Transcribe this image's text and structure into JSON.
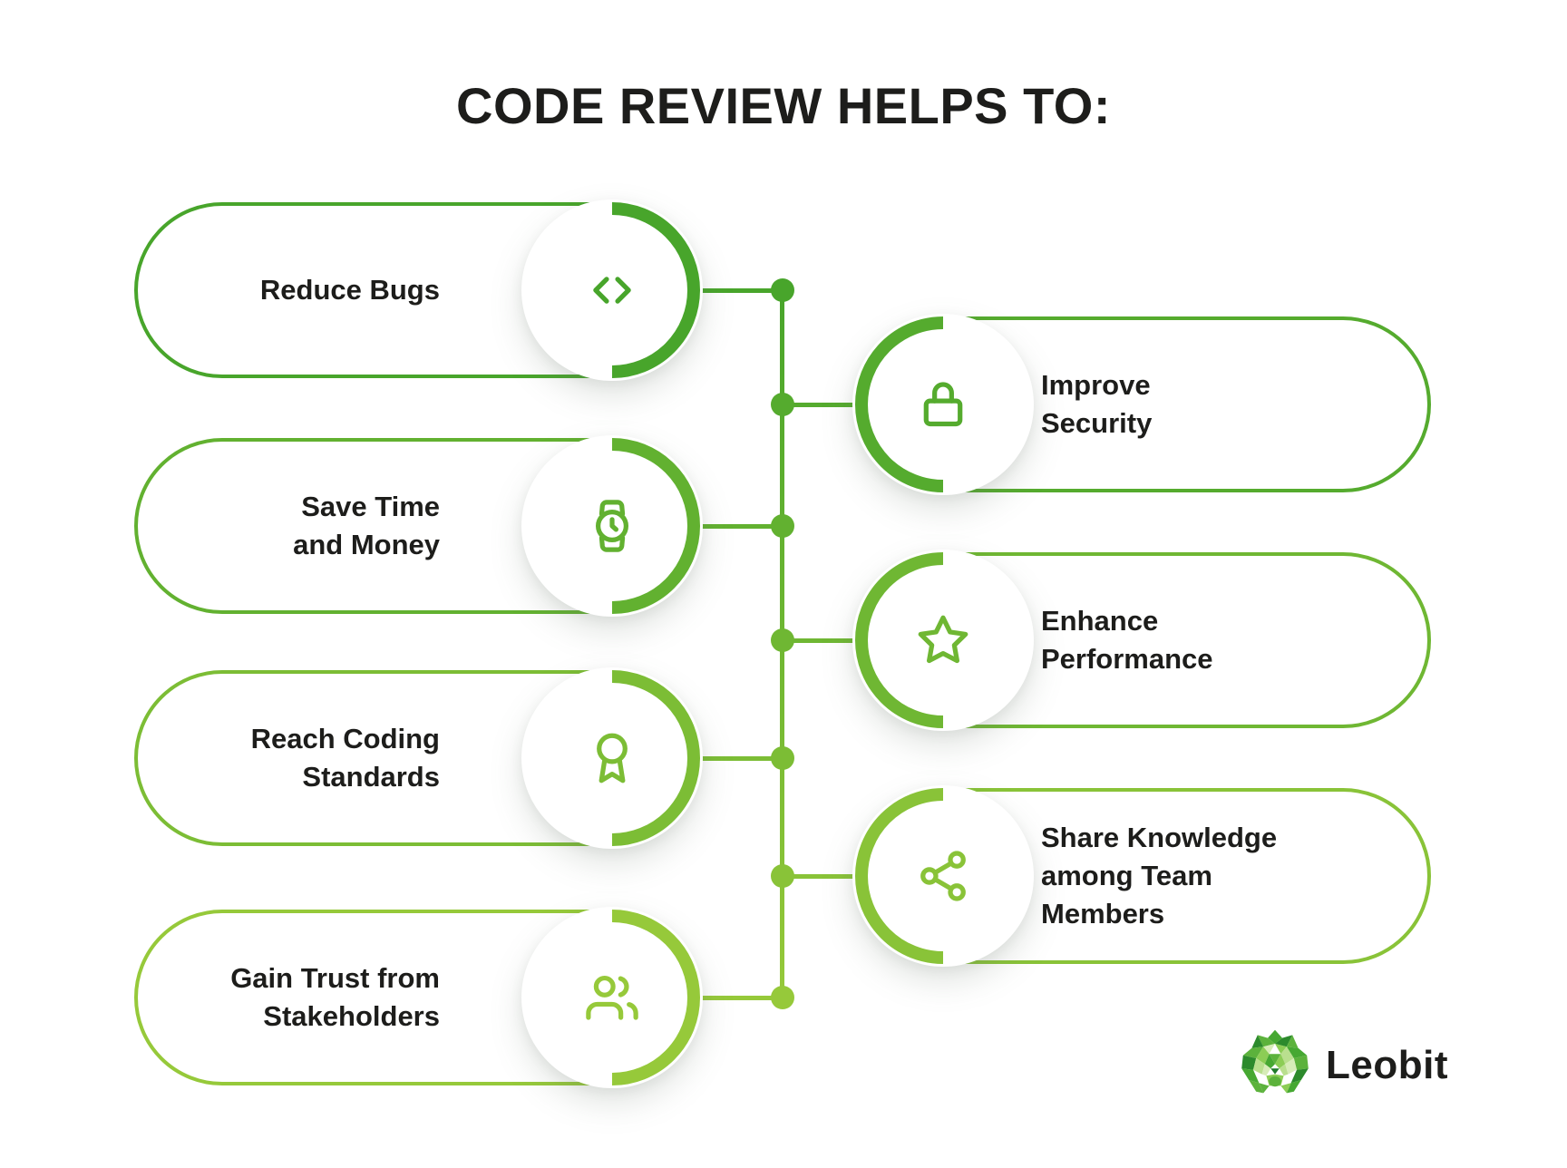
{
  "title": "CODE REVIEW HELPS TO:",
  "brand": {
    "name": "Leobit"
  },
  "colors": {
    "text": "#1d1d1b",
    "background": "#ffffff",
    "line_gradient_top": "#48a52b",
    "line_gradient_bottom": "#96c93a"
  },
  "items": [
    {
      "id": "reduce-bugs",
      "side": "left",
      "icon": "code-icon",
      "color": "#48a52b",
      "lines": [
        "Reduce Bugs"
      ]
    },
    {
      "id": "improve-security",
      "side": "right",
      "icon": "lock-icon",
      "color": "#55ab2e",
      "lines": [
        "Improve",
        "Security"
      ]
    },
    {
      "id": "save-time-and-money",
      "side": "left",
      "icon": "watch-icon",
      "color": "#62b130",
      "lines": [
        "Save Time",
        "and Money"
      ]
    },
    {
      "id": "enhance-performance",
      "side": "right",
      "icon": "star-icon",
      "color": "#6fb733",
      "lines": [
        "Enhance",
        "Performance"
      ]
    },
    {
      "id": "reach-coding-standards",
      "side": "left",
      "icon": "award-icon",
      "color": "#7cbd35",
      "lines": [
        "Reach Coding",
        "Standards"
      ]
    },
    {
      "id": "share-knowledge",
      "side": "right",
      "icon": "share-icon",
      "color": "#89c338",
      "lines": [
        "Share Knowledge",
        "among Team",
        "Members"
      ]
    },
    {
      "id": "gain-trust",
      "side": "left",
      "icon": "users-icon",
      "color": "#96c93a",
      "lines": [
        "Gain Trust from",
        "Stakeholders"
      ]
    }
  ]
}
